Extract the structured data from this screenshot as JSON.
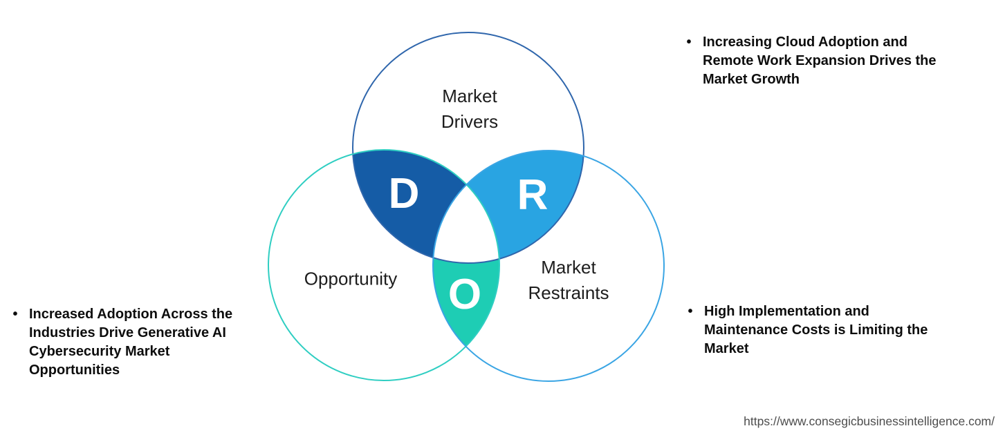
{
  "diagram": {
    "circles": {
      "drivers": {
        "label": "Market\nDrivers",
        "outline": "#2F66AC"
      },
      "opportunity": {
        "label": "Opportunity",
        "outline": "#2FCEC2"
      },
      "restraints": {
        "label": "Market\nRestraints",
        "outline": "#3AA5E4"
      }
    },
    "regions": {
      "drivers": {
        "letter": "D",
        "fill": "#155CA6"
      },
      "restraints": {
        "letter": "R",
        "fill": "#29A4E2"
      },
      "opportunity": {
        "letter": "O",
        "fill": "#1ECDB4"
      }
    }
  },
  "bullets": {
    "marker": "•",
    "drivers": {
      "text": "Increasing Cloud Adoption and\nRemote Work Expansion Drives the\nMarket Growth"
    },
    "opportunity": {
      "text": "Increased Adoption Across the\nIndustries Drive Generative AI\nCybersecurity Market\nOpportunities"
    },
    "restraints": {
      "text": "High Implementation and\nMaintenance Costs is Limiting the\nMarket"
    }
  },
  "footer": {
    "url": "https://www.consegicbusinessintelligence.com/"
  }
}
